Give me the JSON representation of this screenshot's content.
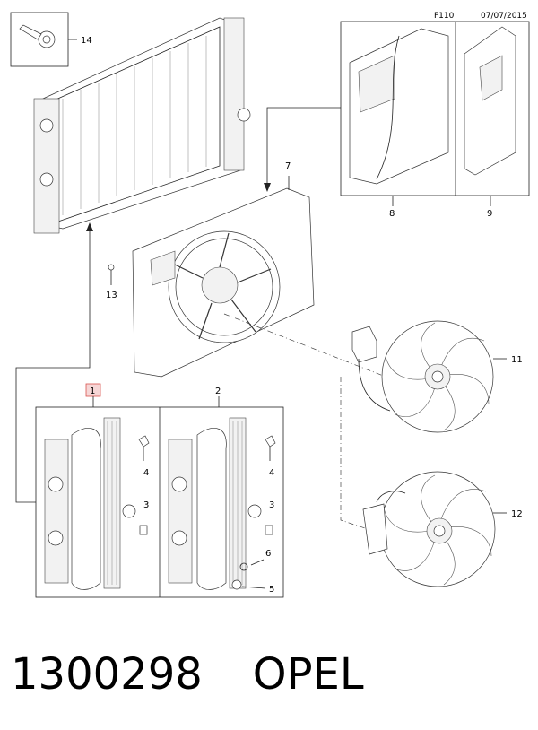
{
  "header": {
    "code": "F110",
    "date": "07/07/2015"
  },
  "callouts": {
    "c1": "1",
    "c2": "2",
    "c3a": "3",
    "c3b": "3",
    "c4a": "4",
    "c4b": "4",
    "c5": "5",
    "c6": "6",
    "c7": "7",
    "c8": "8",
    "c9": "9",
    "c11": "11",
    "c12": "12",
    "c13": "13",
    "c14": "14"
  },
  "caption": {
    "part_number": "1300298",
    "brand": "OPEL"
  },
  "colors": {
    "line": "#222222",
    "highlight": "#d9534f",
    "highlight_fill": "#f6d6d6"
  }
}
